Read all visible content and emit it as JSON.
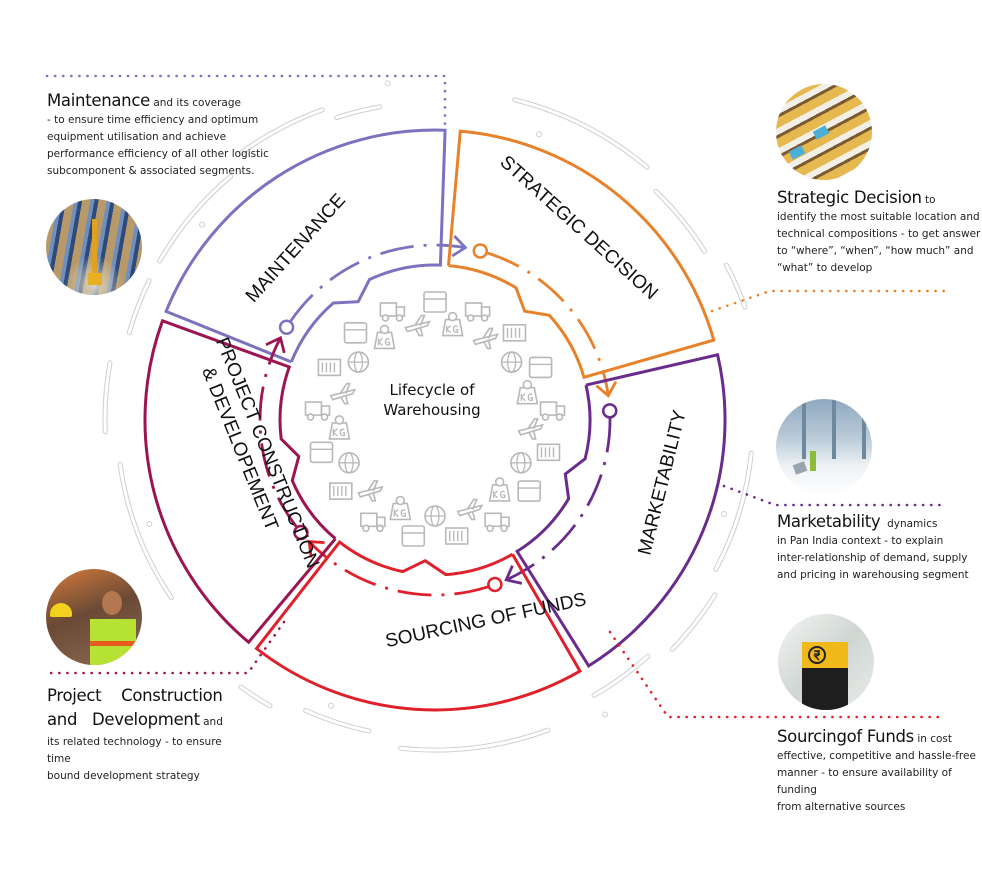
{
  "center": {
    "title_line1": "Lifecycle of",
    "title_line2": "Warehousing"
  },
  "segments": [
    {
      "id": "maintenance",
      "label": "MAINTENANCE",
      "color": "#7b73c0"
    },
    {
      "id": "strategic",
      "label": "STRATEGIC DECISION",
      "color": "#e8822a"
    },
    {
      "id": "marketability",
      "label": "MARKETABILITY",
      "color": "#6a2c8c"
    },
    {
      "id": "sourcing",
      "label": "SOURCING OF FUNDS",
      "color": "#e0202a"
    },
    {
      "id": "project",
      "label_line1": "PROJECT CONSTRUCTION",
      "label_line2": "& DEVELOPEMENT",
      "color": "#9b1550"
    }
  ],
  "descriptions": {
    "maintenance": {
      "head": "Maintenance",
      "lead": "and its coverage",
      "lines": [
        "- to ensure time efficiency and optimum",
        "equipment utilisation and achieve",
        "performance efficiency of all other logistic",
        "subcomponent & associated segments."
      ]
    },
    "strategic": {
      "head": "Strategic Decision",
      "lead": "to",
      "lines": [
        "identify the most suitable location and",
        "technical compositions - to get answer",
        "to “where”, “when”, “how much” and",
        "“what” to develop"
      ]
    },
    "marketability": {
      "head": "Marketability",
      "lead": "dynamics",
      "lines": [
        "in Pan India context - to explain",
        "inter-relationship of demand, supply",
        "and pricing in warehousing segment"
      ]
    },
    "sourcing": {
      "head": "Sourcingof Funds",
      "lead": "in cost",
      "lines": [
        "effective, competitive and hassle-free",
        "manner - to ensure availability of funding",
        "from alternative sources"
      ]
    },
    "project": {
      "head_line1": "Project    Construction",
      "head_line2": "and   Development",
      "lead": "and",
      "lines": [
        "its related technology - to ensure time",
        "bound development strategy"
      ]
    }
  },
  "photos": [
    {
      "id": "photo-maintenance",
      "icon": "warehouse-racks-forklift"
    },
    {
      "id": "photo-strategic",
      "icon": "aerial-warehouse-shelves"
    },
    {
      "id": "photo-marketability",
      "icon": "warehouse-worker-trolley"
    },
    {
      "id": "photo-sourcing",
      "icon": "rupee-sign-pillar"
    },
    {
      "id": "photo-project",
      "icon": "worker-hardhat"
    }
  ],
  "icons": [
    "box-icon",
    "kg-weight-icon",
    "truck-icon",
    "airplane-icon",
    "ship-icon",
    "container-icon",
    "globe-icon",
    "document-icon",
    "shield-icon",
    "warehouse-icon",
    "forklift-icon",
    "star-icon"
  ],
  "colors": {
    "maintenance": "#7b73c0",
    "strategic": "#e8822a",
    "marketability": "#6a2c8c",
    "sourcing": "#e0202a",
    "project": "#9b1550",
    "icon_gray": "#b8b8b8",
    "deco_gray": "#cfcfcf"
  }
}
